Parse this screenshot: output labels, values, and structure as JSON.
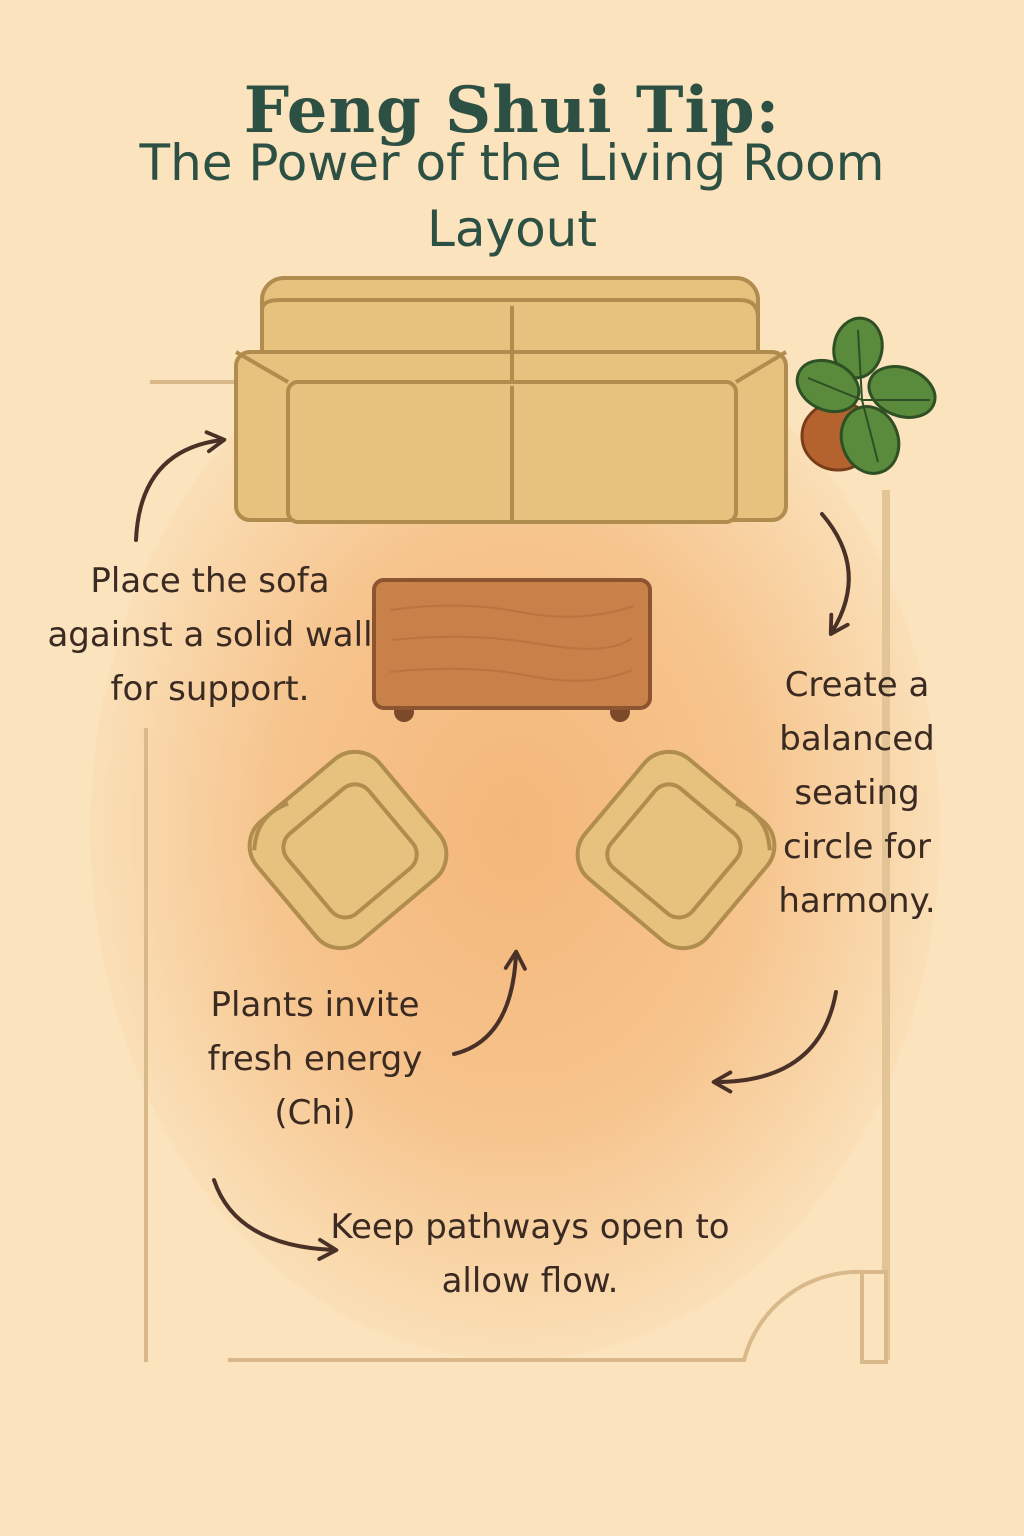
{
  "header": {
    "title": "Feng Shui Tip:",
    "subtitle": "The Power of the Living Room Layout"
  },
  "annotations": {
    "sofa": "Place the sofa against a solid wall for support.",
    "seating": "Create a balanced seating circle for harmony.",
    "plants": "Plants invite fresh energy (Chi)",
    "pathways": "Keep pathways open to allow flow."
  },
  "colors": {
    "background": "#fbe3bd",
    "room_glow": "#f4b77a",
    "title": "#2c5043",
    "text": "#3a2a22",
    "furniture_fill": "#e6c27e",
    "furniture_stroke": "#b08c4e",
    "table": "#c9814a",
    "plant_leaf": "#5a8a3c",
    "plant_pot": "#b4632e",
    "wall": "#d9b98a",
    "arrow": "#4a3128"
  },
  "icons": [
    "sofa-icon",
    "coffee-table-icon",
    "armchair-icon",
    "plant-icon",
    "door-icon",
    "arrow-icon"
  ]
}
